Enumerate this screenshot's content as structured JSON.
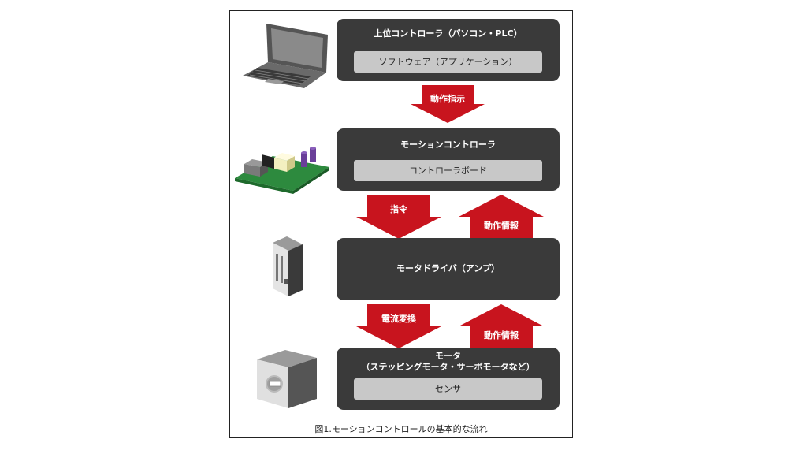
{
  "blocks": {
    "host": {
      "title": "上位コントローラ（パソコン・PLC）",
      "inner": "ソフトウェア（アプリケーション）"
    },
    "motion": {
      "title": "モーションコントローラ",
      "inner": "コントローラボード"
    },
    "driver": {
      "title": "モータドライバ（アンプ）"
    },
    "motor": {
      "title_line1": "モータ",
      "title_line2": "（ステッピングモータ・サーボモータなど）",
      "inner": "センサ"
    }
  },
  "arrows": {
    "motion_command": "動作指示",
    "command": "指令",
    "feedback_upper": "動作情報",
    "current_conversion": "電流変換",
    "feedback_lower": "動作情報"
  },
  "caption": "図1.モーションコントロールの基本的な流れ",
  "colors": {
    "block": "#3a3a3a",
    "inner": "#c8c8c8",
    "arrow": "#c8141e"
  },
  "icons": [
    "laptop-icon",
    "circuit-board-icon",
    "driver-unit-icon",
    "stepper-motor-icon"
  ]
}
